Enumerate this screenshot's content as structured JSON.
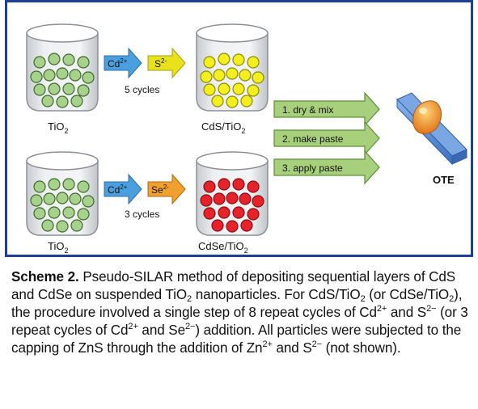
{
  "diagram": {
    "top_row": {
      "start_label": "TiO",
      "start_sub": "2",
      "reagent_1": "Cd",
      "reagent_1_sup": "2+",
      "reagent_2": "S",
      "reagent_2_sup": "2-",
      "cycles": "5 cycles",
      "product_label": "CdS/TiO",
      "product_sub": "2"
    },
    "bottom_row": {
      "start_label": "TiO",
      "start_sub": "2",
      "reagent_1": "Cd",
      "reagent_1_sup": "2+",
      "reagent_2": "Se",
      "reagent_2_sup": "2-",
      "cycles": "3 cycles",
      "product_label": "CdSe/TiO",
      "product_sub": "2"
    },
    "steps": [
      "1. dry & mix",
      "2. make paste",
      "3. apply paste"
    ],
    "electrode_label": "OTE",
    "colors": {
      "frame": "#1f3f94",
      "tio2_particle": "#a9d18e",
      "cds_particle": "#f3ef1e",
      "cdse_particle": "#e6232a",
      "cd_arrow": "#4aa0de",
      "s_arrow": "#e8e21c",
      "se_arrow": "#f0a02e",
      "step_arrow": "#a7cf7c",
      "electrode": "#5a8fd6",
      "paste": "#f08a1c"
    }
  },
  "caption": {
    "label": "Scheme 2.",
    "s1": " Pseudo-SILAR method of depositing sequential layers of CdS and CdSe on suspended TiO",
    "sub1": "2",
    "s2": " nanoparticles. For CdS/TiO",
    "sub2": "2",
    "s3": " (or CdSe/TiO",
    "sub3": "2",
    "s4": "), the procedure involved a single step of 8 repeat cycles of Cd",
    "sup1": "2+",
    "s5": " and S",
    "sup2": "2−",
    "s6": " (or 3 repeat cycles of Cd",
    "sup3": "2+",
    "s7": " and Se",
    "sup4": "2−",
    "s8": ") addition. All particles were subjected to the capping of ZnS through the addition of Zn",
    "sup5": "2+",
    "s9": " and S",
    "sup6": "2−",
    "s10": " (not shown)."
  }
}
